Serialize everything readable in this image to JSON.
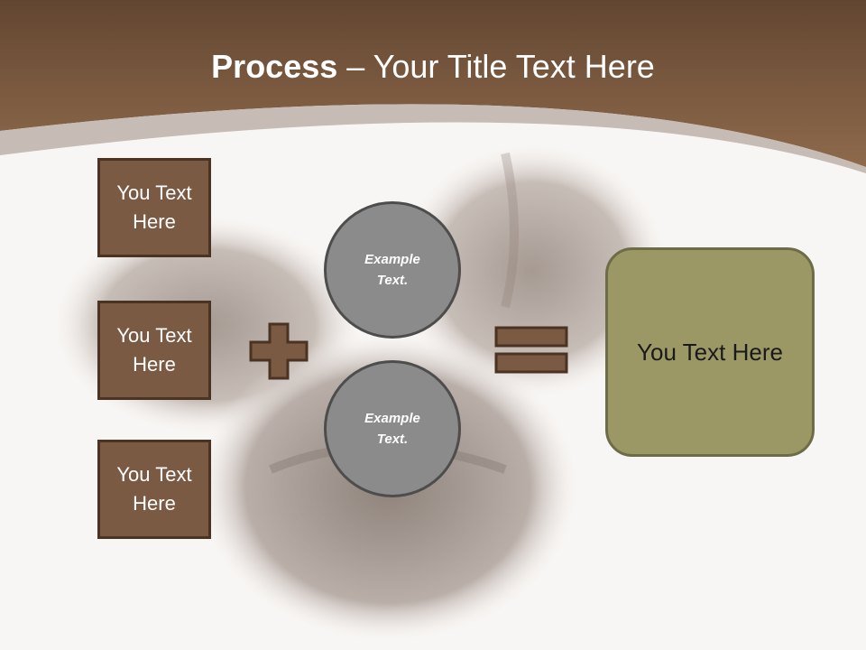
{
  "title": {
    "bold": "Process",
    "rest": " – Your Title Text Here"
  },
  "inputs": [
    {
      "label": "You Text Here"
    },
    {
      "label": "You Text Here"
    },
    {
      "label": "You Text Here"
    }
  ],
  "circles": [
    {
      "label": "Example Text."
    },
    {
      "label": "Example Text."
    }
  ],
  "result": {
    "label": "You Text Here"
  },
  "colors": {
    "header_brown": "#7b5a43",
    "box_fill": "#7b5a43",
    "circle_fill": "#8c8b8b",
    "result_fill": "#9b9866"
  }
}
